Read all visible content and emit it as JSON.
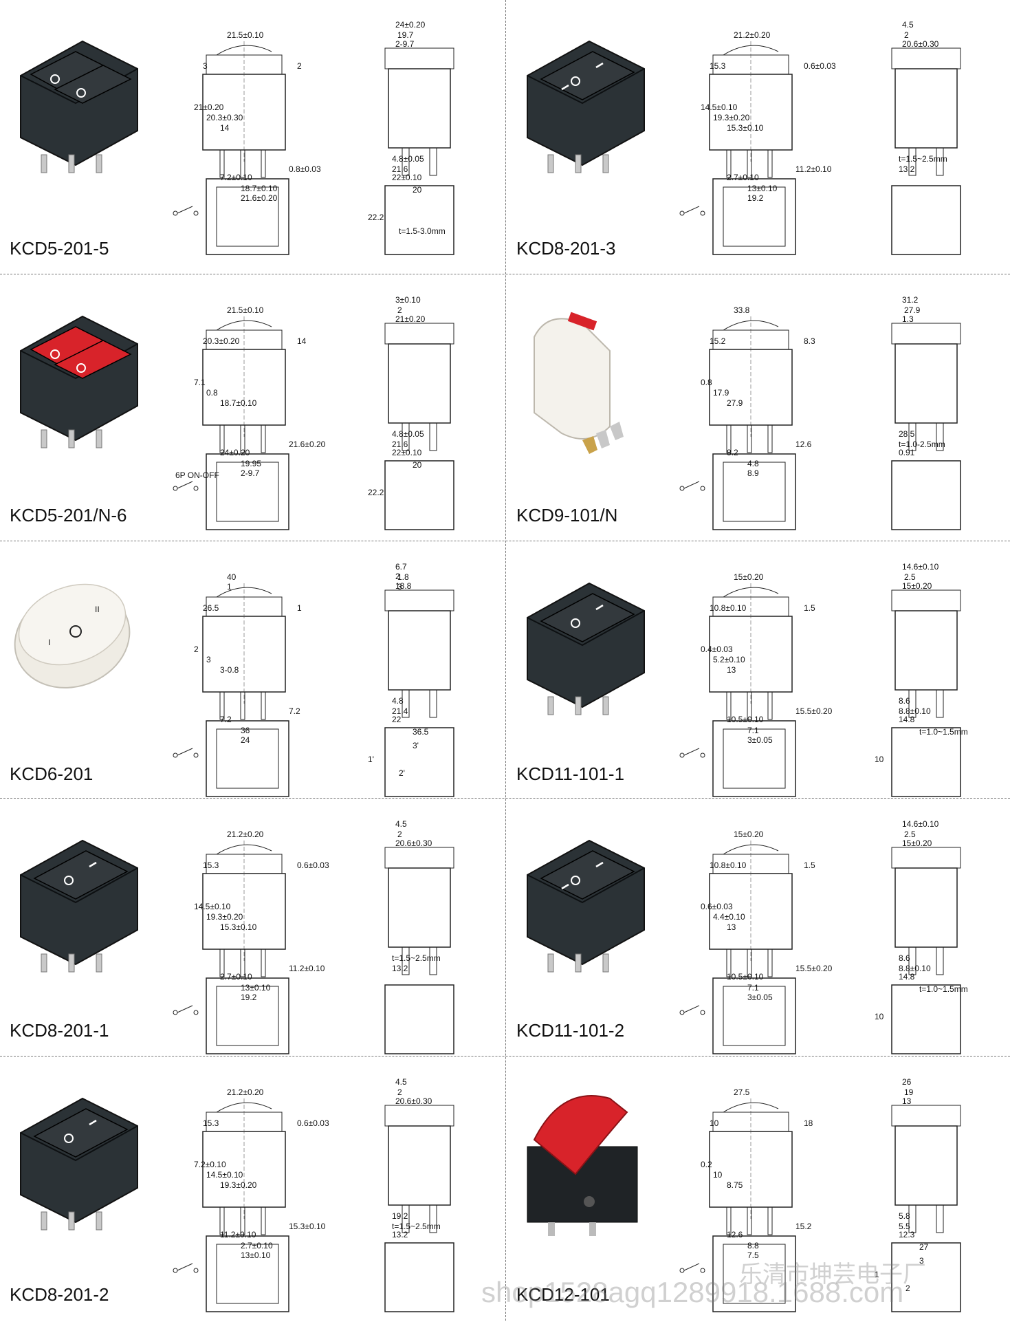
{
  "products": [
    {
      "model": "KCD5-201-5",
      "dims": [
        "21.5±0.10",
        "24±0.20",
        "19.7",
        "2-9.7",
        "3",
        "2",
        "21±0.20",
        "20.3±0.30",
        "14",
        "0.8±0.03",
        "7.2±0.10",
        "18.7±0.10",
        "21.6±0.20",
        "4.8±0.05",
        "21.6",
        "22±0.10",
        "20",
        "22.2",
        "t=1.5-3.0mm"
      ]
    },
    {
      "model": "KCD8-201-3",
      "dims": [
        "21.2±0.20",
        "4.5",
        "2",
        "20.6±0.30",
        "15.3",
        "0.6±0.03",
        "14.5±0.10",
        "19.3±0.20",
        "15.3±0.10",
        "11.2±0.10",
        "2.7±0.10",
        "13±0.10",
        "19.2",
        "t=1.5~2.5mm",
        "13.2"
      ]
    },
    {
      "model": "KCD5-201/N-6",
      "note": "6P ON-OFF",
      "dims": [
        "21.5±0.10",
        "3±0.10",
        "2",
        "21±0.20",
        "20.3±0.20",
        "14",
        "7.1",
        "0.8",
        "18.7±0.10",
        "21.6±0.20",
        "24±0.20",
        "19.95",
        "2-9.7",
        "4.8±0.05",
        "21.6",
        "22±0.10",
        "20",
        "22.2"
      ]
    },
    {
      "model": "KCD9-101/N",
      "dims": [
        "33.8",
        "31.2",
        "27.9",
        "1.3",
        "15.2",
        "8.3",
        "0.8",
        "17.9",
        "27.9",
        "12.6",
        "8.2",
        "4.8",
        "8.9",
        "28.5",
        "t=1.0-2.5mm",
        "0.91"
      ]
    },
    {
      "model": "KCD6-201",
      "dims": [
        "40",
        "6.7",
        "1.8",
        "18.8",
        "26.5",
        "1",
        "2",
        "3",
        "3-0.8",
        "7.2",
        "7.2",
        "36",
        "24",
        "4.8",
        "21.4",
        "22",
        "36.5",
        "1'",
        "2'",
        "3'",
        "1",
        "2",
        "3"
      ]
    },
    {
      "model": "KCD11-101-1",
      "dims": [
        "15±0.20",
        "14.6±0.10",
        "2.5",
        "15±0.20",
        "10.8±0.10",
        "1.5",
        "0.4±0.03",
        "5.2±0.10",
        "13",
        "15.5±0.20",
        "10.5±0.10",
        "7.1",
        "3±0.05",
        "8.6",
        "8.8±0.10",
        "14.8",
        "t=1.0~1.5mm",
        "10"
      ]
    },
    {
      "model": "KCD8-201-1",
      "dims": [
        "21.2±0.20",
        "4.5",
        "2",
        "20.6±0.30",
        "15.3",
        "0.6±0.03",
        "14.5±0.10",
        "19.3±0.20",
        "15.3±0.10",
        "11.2±0.10",
        "2.7±0.10",
        "13±0.10",
        "19.2",
        "t=1.5~2.5mm",
        "13.2"
      ]
    },
    {
      "model": "KCD11-101-2",
      "dims": [
        "15±0.20",
        "14.6±0.10",
        "2.5",
        "15±0.20",
        "10.8±0.10",
        "1.5",
        "0.6±0.03",
        "4.4±0.10",
        "13",
        "15.5±0.20",
        "10.5±0.10",
        "7.1",
        "3±0.05",
        "8.6",
        "8.8±0.10",
        "14.8",
        "t=1.0~1.5mm",
        "10"
      ]
    },
    {
      "model": "KCD8-201-2",
      "dims": [
        "21.2±0.20",
        "4.5",
        "2",
        "20.6±0.30",
        "15.3",
        "0.6±0.03",
        "7.2±0.10",
        "14.5±0.10",
        "19.3±0.20",
        "15.3±0.10",
        "11.2±0.10",
        "2.7±0.10",
        "13±0.10",
        "19.2",
        "t=1.5~2.5mm",
        "13.2"
      ]
    },
    {
      "model": "KCD12-101",
      "dims": [
        "27.5",
        "26",
        "19",
        "13",
        "10",
        "18",
        "0.2",
        "10",
        "8.75",
        "15.2",
        "12.6",
        "8.8",
        "7.5",
        "5.8",
        "5.5",
        "12.3",
        "27",
        "1",
        "2",
        "3"
      ]
    }
  ],
  "watermark": {
    "company": "乐清市坤芸电子厂",
    "url": "shop1528agq1289918.1688.com"
  },
  "colors": {
    "switch_black": "#2b3236",
    "switch_red": "#d8232a",
    "switch_white": "#f1efe8",
    "line": "#222222"
  }
}
